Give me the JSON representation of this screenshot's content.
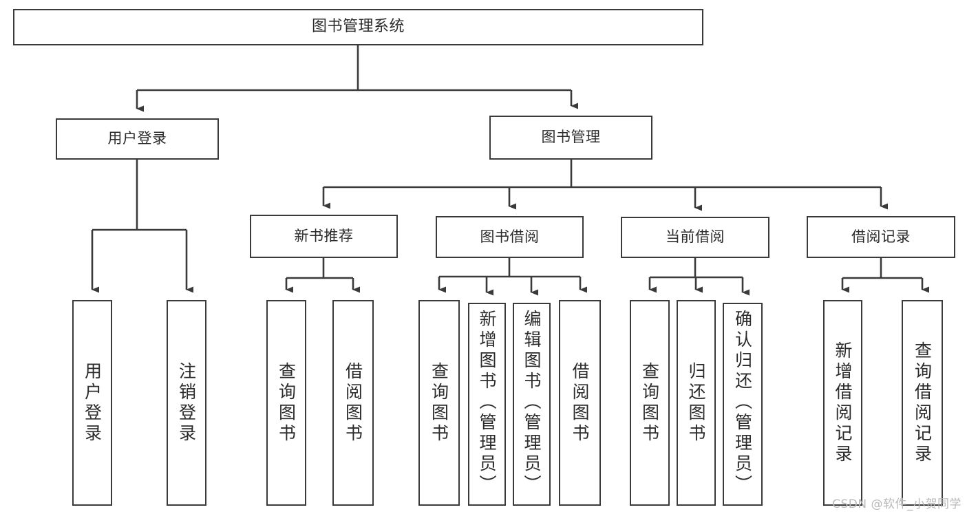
{
  "diagram": {
    "type": "tree",
    "title": "图书管理系统",
    "root": {
      "label": "图书管理系统"
    },
    "level1": [
      {
        "label": "用户登录"
      },
      {
        "label": "图书管理"
      }
    ],
    "level2": [
      {
        "label": "新书推荐"
      },
      {
        "label": "图书借阅"
      },
      {
        "label": "当前借阅"
      },
      {
        "label": "借阅记录"
      }
    ],
    "leaves": {
      "user_login": [
        {
          "label": "用户登录"
        },
        {
          "label": "注销登录"
        }
      ],
      "new_book_recommend": [
        {
          "label": "查询图书"
        },
        {
          "label": "借阅图书"
        }
      ],
      "book_borrow": [
        {
          "label": "查询图书"
        },
        {
          "label": "新增图书（管理员）"
        },
        {
          "label": "编辑图书（管理员）"
        },
        {
          "label": "借阅图书"
        }
      ],
      "current_borrow": [
        {
          "label": "查询图书"
        },
        {
          "label": "归还图书"
        },
        {
          "label": "确认归还（管理员）"
        }
      ],
      "borrow_records": [
        {
          "label": "新增借阅记录"
        },
        {
          "label": "查询借阅记录"
        }
      ]
    }
  },
  "watermark": {
    "text": "CSDN @软件_小贺同学"
  },
  "colors": {
    "border": "#3a3a3a",
    "text": "#2b2b2b",
    "background": "#ffffff",
    "watermark": "#b9b9b9"
  }
}
